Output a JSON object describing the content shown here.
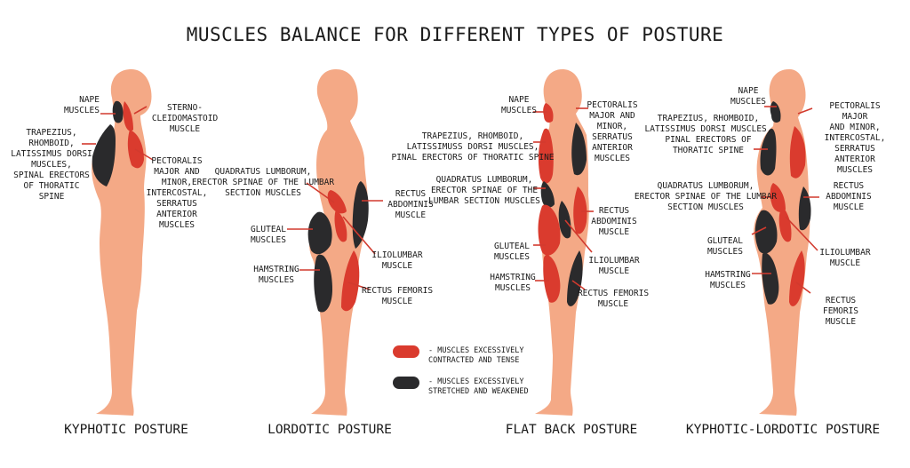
{
  "title": "MUSCLES BALANCE FOR DIFFERENT TYPES OF POSTURE",
  "colors": {
    "skin": "#F4A986",
    "contracted": "#DA3B2E",
    "stretched": "#2A2A2C",
    "leader_line": "#D23A2E"
  },
  "postures": [
    {
      "caption": "KYPHOTIC POSTURE",
      "labels": {
        "nape": "NAPE\nMUSCLES",
        "sterno": "STERNO-\nCLEIDOMASTOID\nMUSCLE",
        "trapezius": "TRAPEZIUS,\nRHOMBOID,\nLATISSIMUS DORSI\nMUSCLES,\nSPINAL ERECTORS\nOF THORATIC\nSPINE",
        "pectoralis": "PECTORALIS\nMAJOR AND\nMINOR,\nINTERCOSTAL,\nSERRATUS\nANTERIOR\nMUSCLES"
      }
    },
    {
      "caption": "LORDOTIC POSTURE",
      "labels": {
        "quadratus": "QUADRATUS LUMBORUM,\nERECTOR SPINAE OF THE LUMBAR\nSECTION MUSCLES",
        "rectus_abd": "RECTUS\nABDOMINIS\nMUSCLE",
        "gluteal": "GLUTEAL MUSCLES",
        "iliolumbar": "ILIOLUMBAR\nMUSCLE",
        "hamstring": "HAMSTRING\nMUSCLES",
        "rectus_fem": "RECTUS FEMORIS\nMUSCLE"
      }
    },
    {
      "caption": "FLAT BACK POSTURE",
      "labels": {
        "nape": "NAPE\nMUSCLES",
        "pectoralis": "PECTORALIS\nMAJOR AND\nMINOR,\nSERRATUS\nANTERIOR\nMUSCLES",
        "trapezius": "TRAPEZIUS, RHOMBOID,\nLATISSIMUSS DORSI MUSCLES,\nPINAL ERECTORS OF THORATIC SPINE",
        "quadratus": "QUADRATUS LUMBORUM,\nERECTOR SPINAE OF THE\nLUMBAR SECTION MUSCLES",
        "rectus_abd": "RECTUS\nABDOMINIS\nMUSCLE",
        "gluteal": "GLUTEAL MUSCLES",
        "iliolumbar": "ILIOLUMBAR\nMUSCLE",
        "hamstring": "HAMSTRING\nMUSCLES",
        "rectus_fem": "RECTUS FEMORIS\nMUSCLE"
      }
    },
    {
      "caption": "KYPHOTIC-LORDOTIC POSTURE",
      "labels": {
        "nape": "NAPE\nMUSCLES",
        "pectoralis": "PECTORALIS MAJOR\nAND MINOR,\nINTERCOSTAL, SERRATUS\nANTERIOR MUSCLES",
        "trapezius": "TRAPEZIUS, RHOMBOID,\nLATISSIMUS DORSI MUSCLES,\nPINAL ERECTORS OF\nTHORATIC SPINE",
        "quadratus": "QUADRATUS LUMBORUM,\nERECTOR SPINAE OF THE LUMBAR\nSECTION MUSCLES",
        "rectus_abd": "RECTUS\nABDOMINIS\nMUSCLE",
        "gluteal": "GLUTEAL MUSCLES",
        "iliolumbar": "ILIOLUMBAR\nMUSCLE",
        "hamstring": "HAMSTRING\nMUSCLES",
        "rectus_fem": "RECTUS FEMORIS\nMUSCLE"
      }
    }
  ],
  "legend": {
    "contracted": "- MUSCLES EXCESSIVELY\nCONTRACTED AND TENSE",
    "stretched": "- MUSCLES EXCESSIVELY\nSTRETCHED AND WEAKENED"
  }
}
